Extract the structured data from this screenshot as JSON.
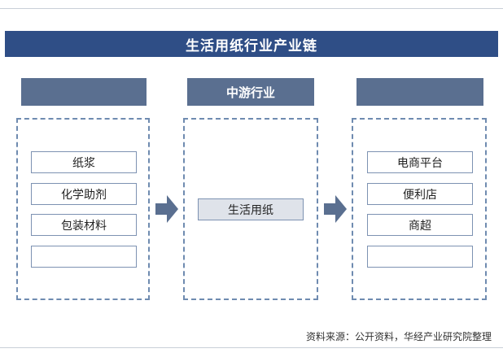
{
  "title": "生活用纸行业产业链",
  "columns": {
    "upstream": {
      "header": "",
      "items": [
        "纸浆",
        "化学助剂",
        "包装材料",
        ""
      ]
    },
    "midstream": {
      "header": "中游行业",
      "items": [
        "生活用纸"
      ]
    },
    "downstream": {
      "header": "",
      "items": [
        "电商平台",
        "便利店",
        "商超",
        ""
      ]
    }
  },
  "source": "资料来源：公开资料，华经产业研究院整理",
  "colors": {
    "title_bg": "#2f4e86",
    "header_bg": "#5a6f90",
    "arrow": "#5a6f90",
    "border": "#6f8bb0"
  },
  "icons": [
    "arrow-right-icon"
  ]
}
